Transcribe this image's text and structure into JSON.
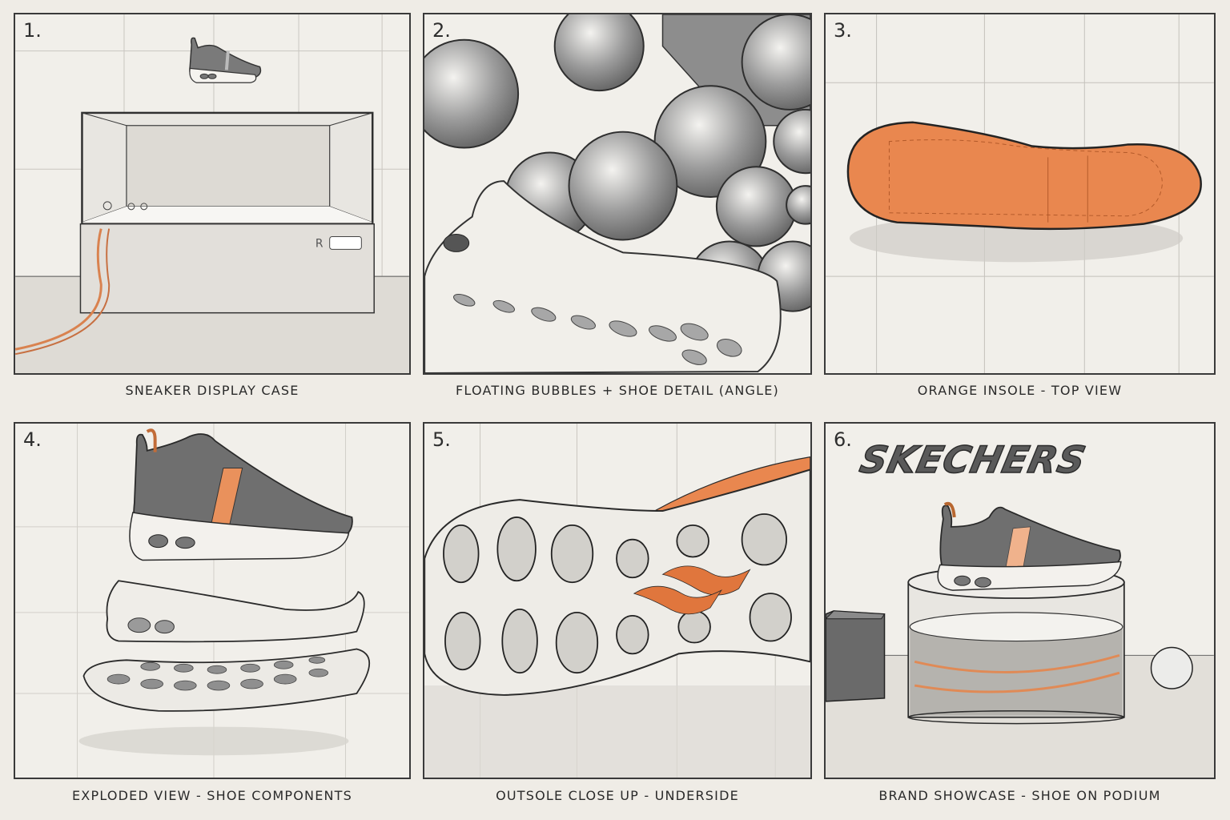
{
  "storyboard": {
    "panels": [
      {
        "number": "1.",
        "caption": "SNEAKER DISPLAY CASE"
      },
      {
        "number": "2.",
        "caption": "FLOATING BUBBLES + SHOE DETAIL (ANGLE)"
      },
      {
        "number": "3.",
        "caption": "ORANGE INSOLE - TOP VIEW"
      },
      {
        "number": "4.",
        "caption": "EXPLODED VIEW - SHOE COMPONENTS"
      },
      {
        "number": "5.",
        "caption": "OUTSOLE CLOSE UP - UNDERSIDE"
      },
      {
        "number": "6.",
        "caption": "BRAND SHOWCASE - SHOE ON PODIUM",
        "brand_logo": "SKECHERS"
      }
    ]
  },
  "colors": {
    "paper": "#efece6",
    "ink": "#2e2e2e",
    "pencil_gray": "#8a8a8a",
    "accent_orange": "#e8814a"
  }
}
